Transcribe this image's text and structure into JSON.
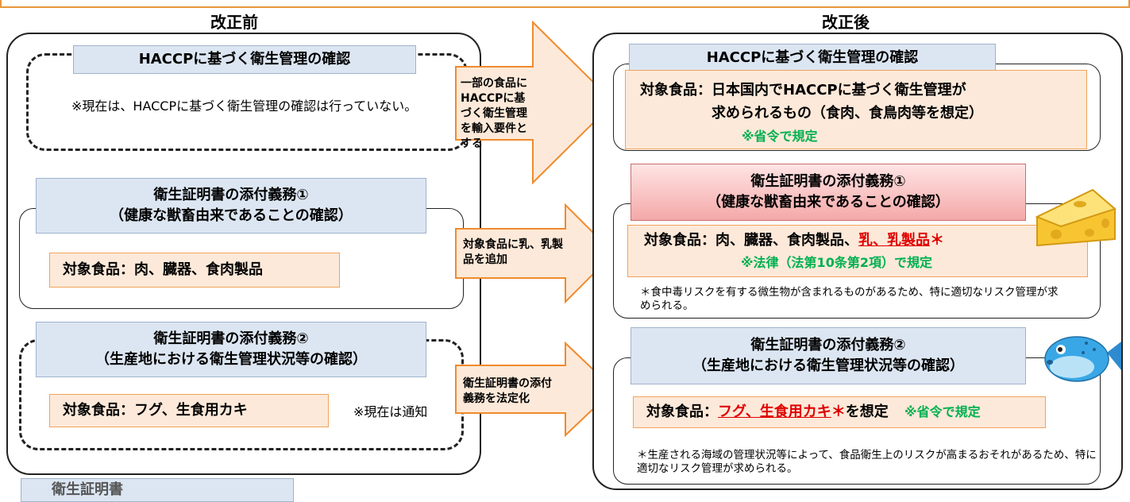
{
  "columns": {
    "before": "改正前",
    "after": "改正後"
  },
  "before": {
    "haccp": {
      "title": "HACCPに基づく衛生管理の確認",
      "note": "※現在は、HACCPに基づく衛生管理の確認は行っていない。"
    },
    "cert1": {
      "title_line1": "衛生証明書の添付義務①",
      "title_line2": "（健康な獣畜由来であることの確認）",
      "food": "対象食品：肉、臓器、食肉製品"
    },
    "cert2": {
      "title_line1": "衛生証明書の添付義務②",
      "title_line2": "（生産地における衛生管理状況等の確認）",
      "food": "対象食品：フグ、生食用カキ",
      "note": "※現在は通知"
    },
    "bottom_tab": "衛生証明書"
  },
  "arrows": [
    {
      "text": "一部の食品にHACCPに基づく衛生管理を輸入要件とする"
    },
    {
      "text": "対象食品に乳、乳製品を追加"
    },
    {
      "text": "衛生証明書の添付義務を法定化"
    }
  ],
  "after": {
    "haccp": {
      "title": "HACCPに基づく衛生管理の確認",
      "food_label": "対象食品：",
      "food_line1": "日本国内でHACCPに基づく衛生管理が",
      "food_line2": "求められるもの（食肉、食鳥肉等を想定）",
      "rule": "※省令で規定"
    },
    "cert1": {
      "title_line1": "衛生証明書の添付義務①",
      "title_line2": "（健康な獣畜由来であることの確認）",
      "food_prefix": "対象食品：肉、臓器、食肉製品、",
      "food_added": "乳、乳製品",
      "food_mark": "＊",
      "rule": "※法律（法第10条第2項）で規定",
      "footnote": "＊食中毒リスクを有する微生物が含まれるものがあるため、特に適切なリスク管理が求められる。"
    },
    "cert2": {
      "title_line1": "衛生証明書の添付義務②",
      "title_line2": "（生産地における衛生管理状況等の確認）",
      "food_label": "対象食品：",
      "food_items": "フグ、生食用カキ",
      "food_mark": "＊",
      "food_suffix": "を想定",
      "rule": "※省令で規定",
      "footnote": "＊生産される海域の管理状況等によって、食品衛生上のリスクが高まるおそれがあるため、特に適切なリスク管理が求められる。"
    }
  },
  "icons": {
    "cheese": "cheese-icon",
    "pufferfish": "pufferfish-icon"
  },
  "colors": {
    "orange": "#f08a2c",
    "header_blue": "#dce6f2",
    "food_bg": "#fde9d9",
    "green": "#00b050",
    "red": "#e00000"
  }
}
